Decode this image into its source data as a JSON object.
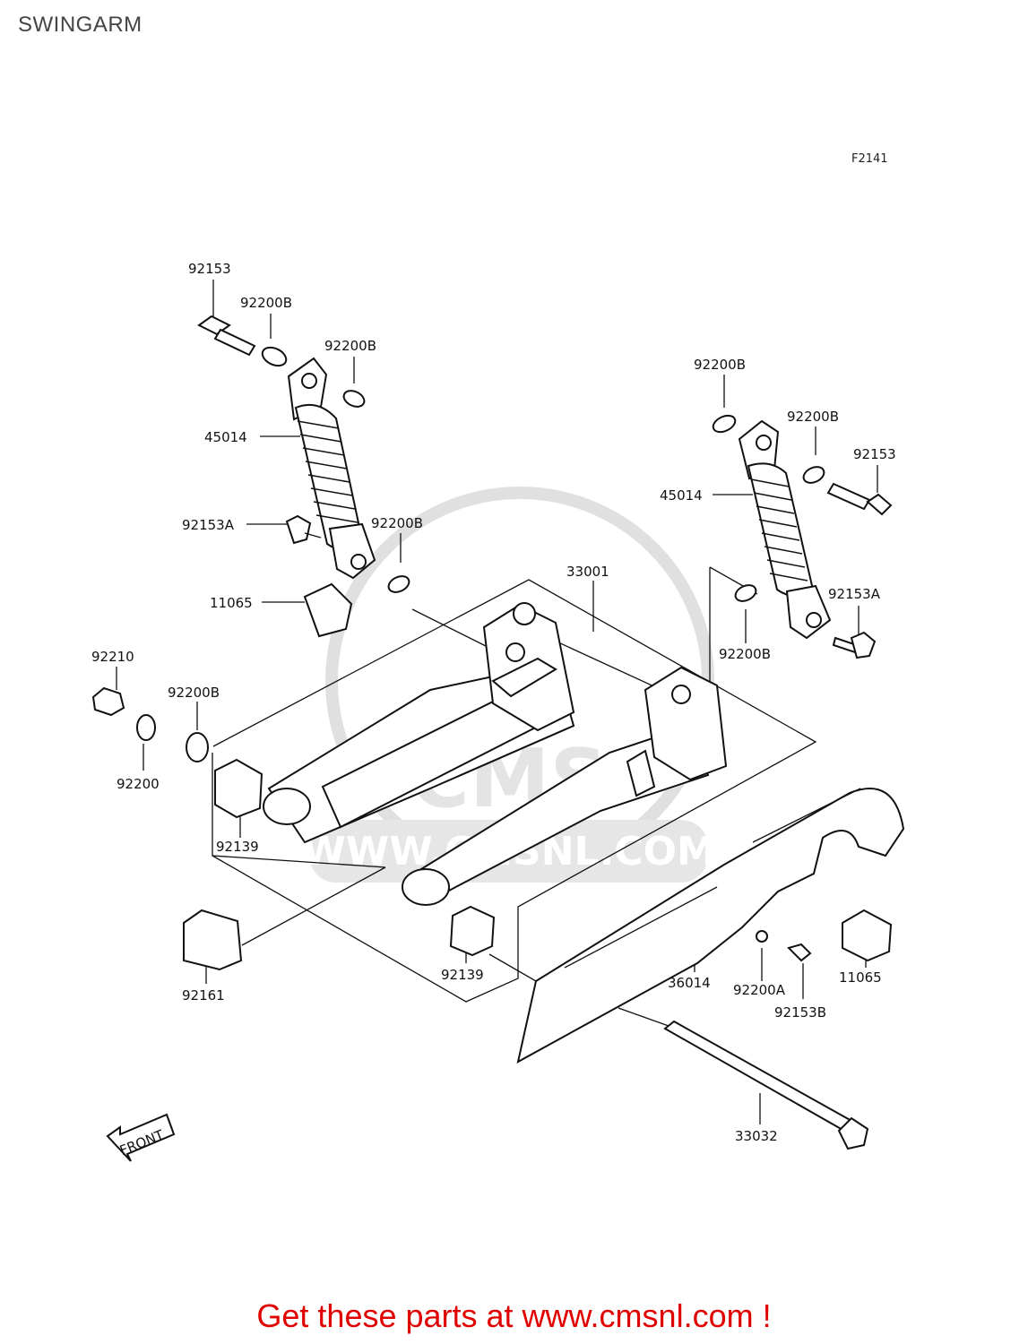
{
  "page": {
    "title": "SWINGARM",
    "figure_code": "F2141",
    "footer": "Get these parts at www.cmsnl.com !"
  },
  "watermark": {
    "brand": "CMS",
    "url": "WWW.CMSNL.COM"
  },
  "front_arrow": {
    "label": "FRONT"
  },
  "part_labels": [
    "92153",
    "92200B",
    "92200B",
    "45014",
    "92153A",
    "92200B",
    "11065",
    "92210",
    "92200B",
    "92200",
    "92139",
    "92161",
    "92139",
    "33001",
    "92200B",
    "92200B",
    "92153",
    "45014",
    "92153A",
    "92200B",
    "36014",
    "92200A",
    "92153B",
    "11065",
    "33032"
  ]
}
